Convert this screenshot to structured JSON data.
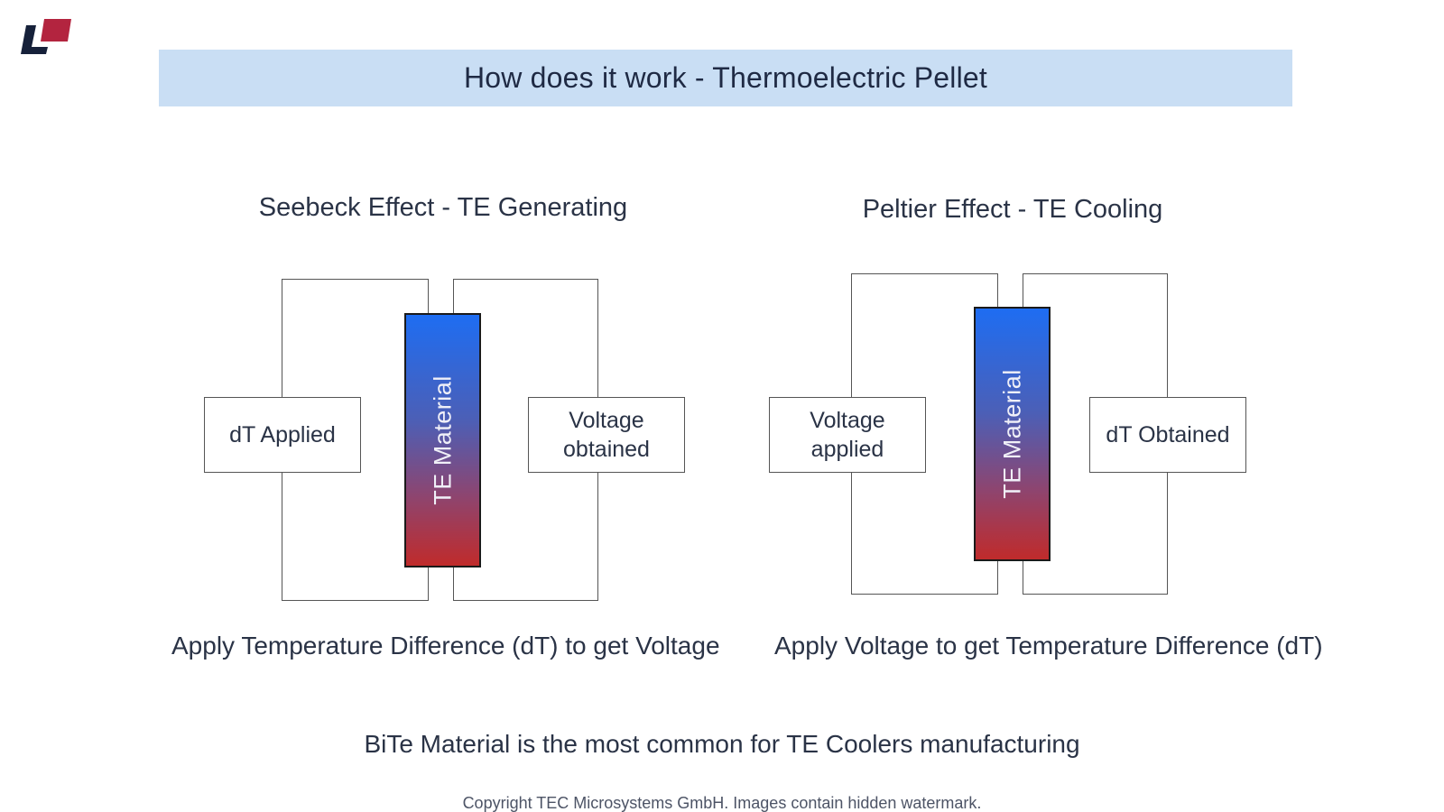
{
  "header": {
    "title": "How does it work - Thermoelectric Pellet"
  },
  "colors": {
    "title_bar": "#c9def4",
    "pellet_top": "#1e6df2",
    "pellet_bottom": "#c02b2b",
    "logo_dark": "#16213a",
    "logo_red": "#b3243f"
  },
  "logo": {
    "icon": "company-logo-icon"
  },
  "seebeck": {
    "title": "Seebeck Effect - TE Generating",
    "input_label": "dT Applied",
    "pellet_label": "TE  Material",
    "output_line1": "Voltage",
    "output_line2": "obtained",
    "caption": "Apply Temperature Difference (dT) to get Voltage"
  },
  "peltier": {
    "title": "Peltier Effect - TE Cooling",
    "input_line1": "Voltage",
    "input_line2": "applied",
    "pellet_label": "TE Material",
    "output_label": "dT Obtained",
    "caption": "Apply Voltage to get Temperature Difference (dT)"
  },
  "footer": {
    "note": "BiTe Material is the most common for TE Coolers manufacturing",
    "copyright": "Copyright TEC Microsystems GmbH. Images contain hidden watermark."
  }
}
